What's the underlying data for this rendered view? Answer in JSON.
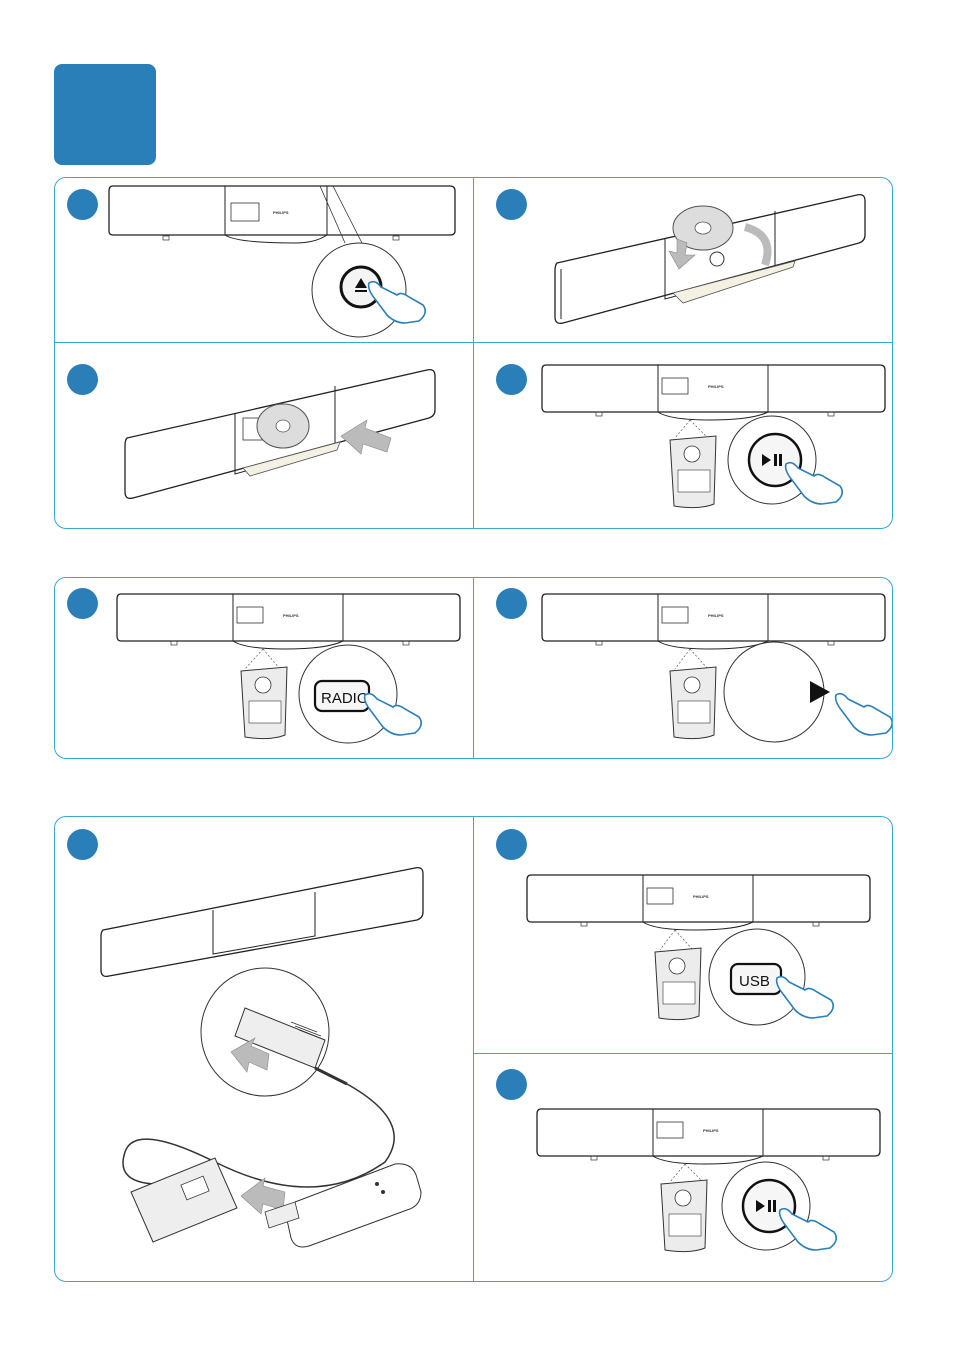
{
  "brand": "PHILIPS",
  "colors": {
    "accent": "#2a7fb8",
    "panel_border": "#3aa6d4"
  },
  "icons": {
    "eject": "eject-icon",
    "play_pause": "play-pause-icon",
    "play": "play-icon",
    "hand": "hand-pointer-icon",
    "arrow": "insert-arrow-icon"
  },
  "buttons": {
    "radio_label": "RADIO",
    "usb_label": "USB"
  }
}
